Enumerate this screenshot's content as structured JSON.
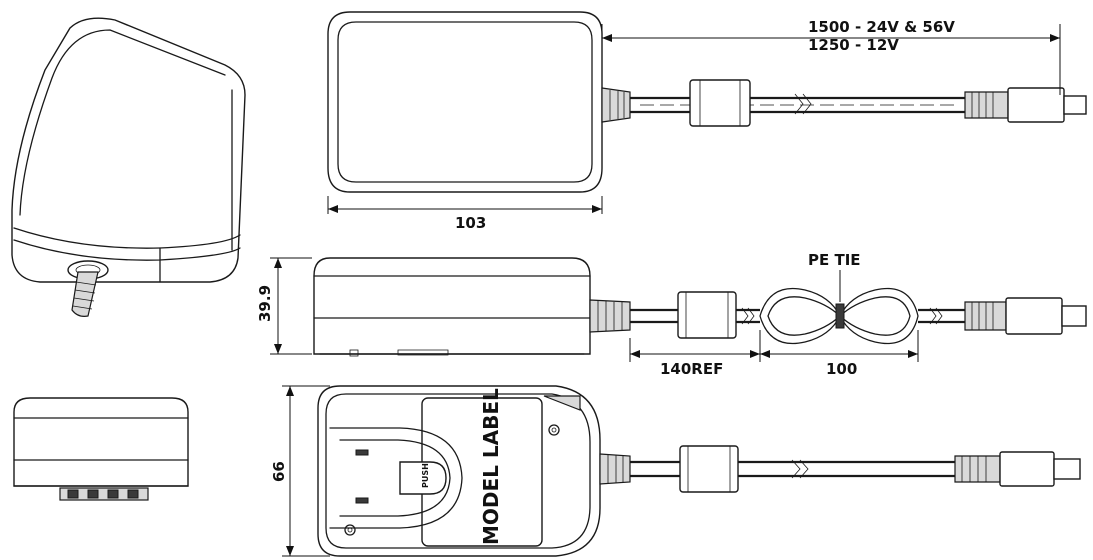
{
  "dimensions": {
    "cable_length_24v_56v": "1500 - 24V & 56V",
    "cable_length_12v": "1250 - 12V",
    "body_width": "103",
    "body_height": "39.9",
    "ferrite_offset": "140REF",
    "tie_length": "100",
    "body_depth": "66"
  },
  "callouts": {
    "pe_tie": "PE TIE"
  },
  "labels": {
    "model_label": "MODEL LABEL",
    "push": "PUSH"
  }
}
